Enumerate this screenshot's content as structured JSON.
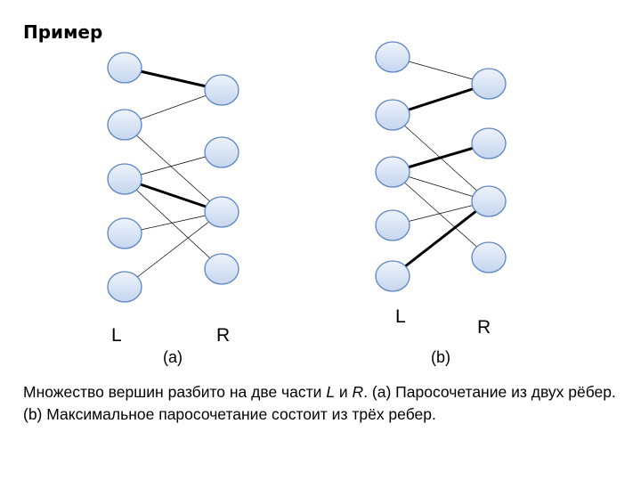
{
  "slide": {
    "title": "Пример"
  },
  "diagram_a": {
    "label_left": "L",
    "label_right": "R",
    "caption": "(a)"
  },
  "diagram_b": {
    "label_left": "L",
    "label_right": "R",
    "caption": "(b)"
  },
  "description": {
    "part1": "Множество вершин разбито на две части ",
    "L": "L",
    "and": " и ",
    "R": "R",
    "part2": ". (a) Паросочетание из двух рёбер. (b) Максимальное паросочетание состоит из трёх ребер."
  },
  "colors": {
    "node_fill_top": "#eef3fb",
    "node_fill_bottom": "#c8d8f0",
    "node_stroke": "#5b84c4",
    "edge": "#000000"
  }
}
